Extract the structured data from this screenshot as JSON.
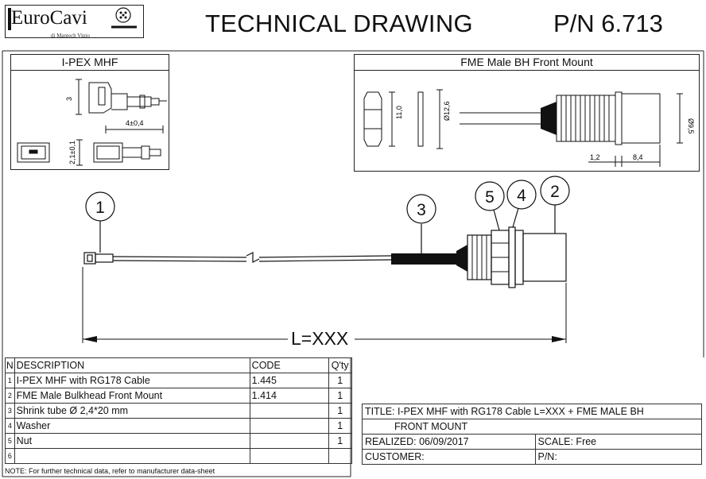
{
  "header": {
    "logo_text": "EuroCavi",
    "logo_subtext": "di Mantech Vinio",
    "title": "TECHNICAL DRAWING",
    "part_number": "P/N 6.713"
  },
  "panels": {
    "left_title": "I-PEX MHF",
    "right_title": "FME Male BH Front Mount",
    "left_dims": {
      "height": "3",
      "length": "4±0,4",
      "thickness": "2,1±0,1"
    },
    "right_dims": {
      "hex": "11,0",
      "washer": "Ø12,6",
      "diameter": "Ø9,5",
      "d1": "1,2",
      "d2": "8,4"
    }
  },
  "drawing": {
    "length_label": "L=XXX",
    "balloons": [
      "1",
      "3",
      "5",
      "4",
      "2"
    ]
  },
  "bom": {
    "headers": {
      "n": "N",
      "description": "DESCRIPTION",
      "code": "CODE",
      "qty": "Q'ty"
    },
    "rows": [
      {
        "n": "1",
        "description": "I-PEX MHF with RG178 Cable",
        "code": "1.445",
        "qty": "1"
      },
      {
        "n": "2",
        "description": "FME Male Bulkhead Front Mount",
        "code": "1.414",
        "qty": "1"
      },
      {
        "n": "3",
        "description": "Shrink tube Ø 2,4*20 mm",
        "code": "",
        "qty": "1"
      },
      {
        "n": "4",
        "description": "Washer",
        "code": "",
        "qty": "1"
      },
      {
        "n": "5",
        "description": "Nut",
        "code": "",
        "qty": "1"
      },
      {
        "n": "6",
        "description": "",
        "code": "",
        "qty": ""
      }
    ],
    "note": "NOTE: For further technical data, refer to manufacturer data-sheet"
  },
  "title_block": {
    "title_line1": "TITLE: I-PEX MHF with RG178 Cable L=XXX + FME MALE BH",
    "title_line2": "FRONT MOUNT",
    "realized": "REALIZED: 06/09/2017",
    "scale": "SCALE: Free",
    "customer": "CUSTOMER:",
    "pn": "P/N:"
  }
}
